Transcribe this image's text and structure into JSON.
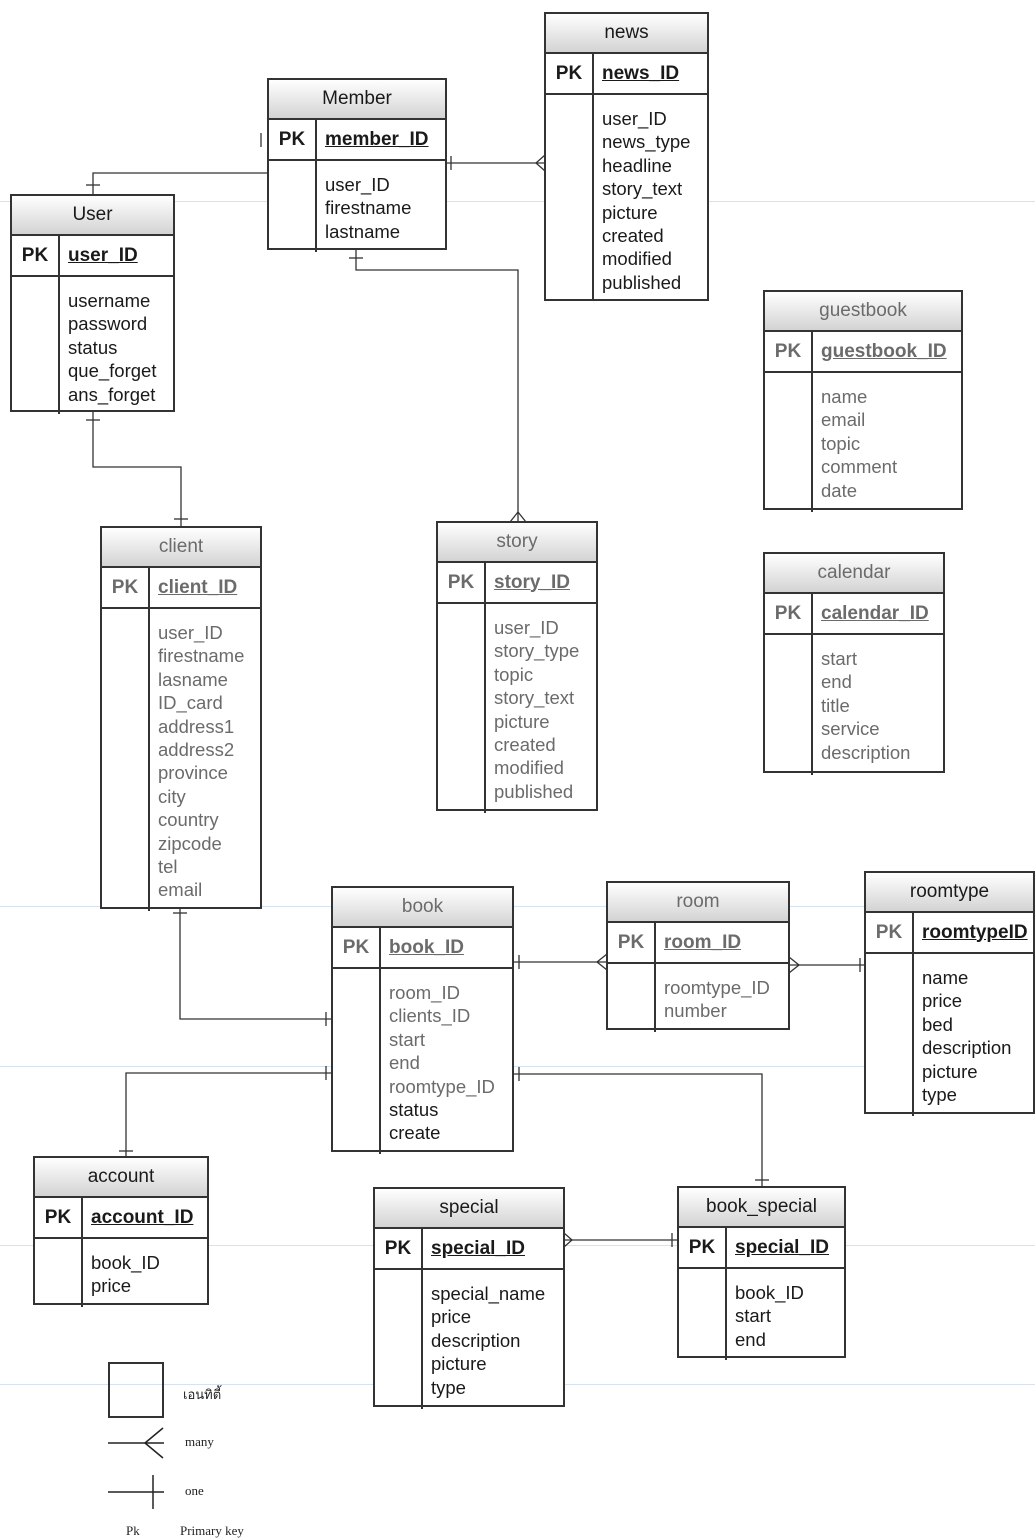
{
  "entities": {
    "news": {
      "name": "news",
      "pk_label": "PK",
      "pk": "news_ID",
      "fields": [
        "user_ID",
        "news_type",
        "headline",
        "story_text",
        "picture",
        "created",
        "modified",
        "published"
      ]
    },
    "member": {
      "name": "Member",
      "pk_label": "PK",
      "pk": "member_ID",
      "fields": [
        "user_ID",
        "firestname",
        "lastname"
      ]
    },
    "user": {
      "name": "User",
      "pk_label": "PK",
      "pk": "user_ID",
      "fields": [
        "username",
        "password",
        "status",
        "que_forget",
        "ans_forget"
      ]
    },
    "guestbook": {
      "name": "guestbook",
      "pk_label": "PK",
      "pk": "guestbook_ID",
      "fields": [
        "name",
        "email",
        "topic",
        "comment",
        "date"
      ]
    },
    "client": {
      "name": "client",
      "pk_label": "PK",
      "pk": "client_ID",
      "fields": [
        "user_ID",
        "firestname",
        "lasname",
        "ID_card",
        "address1",
        "address2",
        "province",
        "city",
        "country",
        "zipcode",
        "tel",
        "email"
      ]
    },
    "story": {
      "name": "story",
      "pk_label": "PK",
      "pk": "story_ID",
      "fields": [
        "user_ID",
        "story_type",
        "topic",
        "story_text",
        "picture",
        "created",
        "modified",
        "published"
      ]
    },
    "calendar": {
      "name": "calendar",
      "pk_label": "PK",
      "pk": "calendar_ID",
      "fields": [
        "start",
        "end",
        "title",
        "service",
        "description"
      ]
    },
    "book": {
      "name": "book",
      "pk_label": "PK",
      "pk": "book_ID",
      "fields": [
        "room_ID",
        "clients_ID",
        "start",
        "end",
        "roomtype_ID",
        "status",
        "create"
      ]
    },
    "room": {
      "name": "room",
      "pk_label": "PK",
      "pk": "room_ID",
      "fields": [
        "roomtype_ID",
        "number"
      ]
    },
    "roomtype": {
      "name": "roomtype",
      "pk_label": "PK",
      "pk": "roomtypeID",
      "fields": [
        "name",
        "price",
        "bed",
        "description",
        "picture",
        "type"
      ]
    },
    "account": {
      "name": "account",
      "pk_label": "PK",
      "pk": "account_ID",
      "fields": [
        "book_ID",
        "price"
      ]
    },
    "special": {
      "name": "special",
      "pk_label": "PK",
      "pk": "special_ID",
      "fields": [
        "special_name",
        "price",
        "description",
        "picture",
        "type"
      ]
    },
    "book_special": {
      "name": "book_special",
      "pk_label": "PK",
      "pk": "special_ID",
      "fields": [
        "book_ID",
        "start",
        "end"
      ]
    }
  },
  "relationships": [
    {
      "from": "Member",
      "to": "news",
      "from_end": "one",
      "to_end": "many"
    },
    {
      "from": "Member",
      "to": "User",
      "from_end": "one",
      "to_end": "one"
    },
    {
      "from": "Member",
      "to": "story",
      "from_end": "one",
      "to_end": "many"
    },
    {
      "from": "User",
      "to": "client",
      "from_end": "one",
      "to_end": "one"
    },
    {
      "from": "client",
      "to": "book",
      "from_end": "one",
      "to_end": "one"
    },
    {
      "from": "book",
      "to": "room",
      "from_end": "one",
      "to_end": "many"
    },
    {
      "from": "room",
      "to": "roomtype",
      "from_end": "many",
      "to_end": "one"
    },
    {
      "from": "book",
      "to": "account",
      "from_end": "one",
      "to_end": "one"
    },
    {
      "from": "book",
      "to": "book_special",
      "from_end": "one",
      "to_end": "one"
    },
    {
      "from": "special",
      "to": "book_special",
      "from_end": "many",
      "to_end": "one"
    }
  ],
  "legend": {
    "entity": "เอนทิตี้",
    "many": "many",
    "one": "one",
    "pk_abbr": "Pk",
    "pk_text": "Primary key"
  },
  "colors": {
    "line": "#333333",
    "header_top": "#ffffff",
    "header_bottom": "#d3d3d3",
    "faded_text": "#6b6b6b"
  }
}
